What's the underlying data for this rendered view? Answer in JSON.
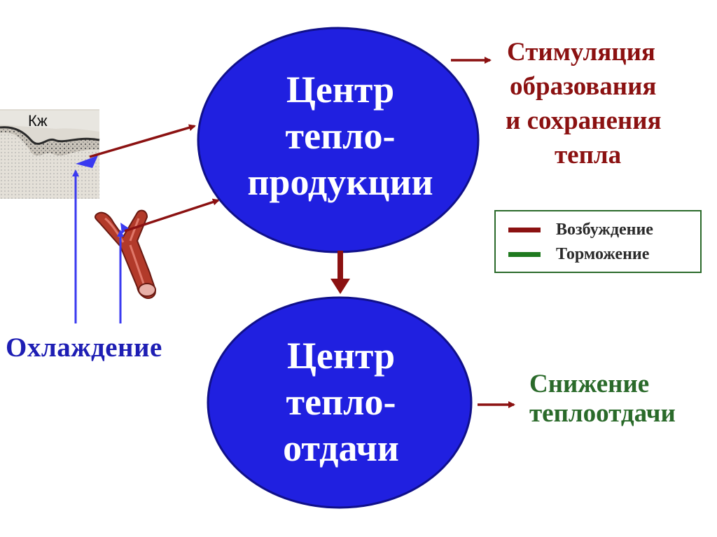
{
  "colors": {
    "circle_fill": "#2020e0",
    "circle_stroke": "#10108a",
    "excitation": "#8b1111",
    "inhibition": "#1f7a1f",
    "afferent": "#3a3af0",
    "cooling_text": "#1e1eb4",
    "stimulation_text": "#8b1111",
    "reduction_text": "#2a6a2a"
  },
  "skin_label": "Кж",
  "production_center": {
    "lines": [
      "Центр",
      "тепло-",
      "продукции"
    ]
  },
  "loss_center": {
    "lines": [
      "Центр",
      "тепло-",
      "отдачи"
    ]
  },
  "cooling_label": "Охлаждение",
  "stimulation_text": {
    "lines": [
      "Стимуляция",
      "образования",
      "и сохранения",
      "тепла"
    ]
  },
  "reduction_text": {
    "lines": [
      "Снижение",
      "теплоотдачи"
    ]
  },
  "legend": {
    "items": [
      {
        "label": "Возбуждение",
        "color": "#8b1111"
      },
      {
        "label": "Торможение",
        "color": "#1f7a1f"
      }
    ]
  }
}
